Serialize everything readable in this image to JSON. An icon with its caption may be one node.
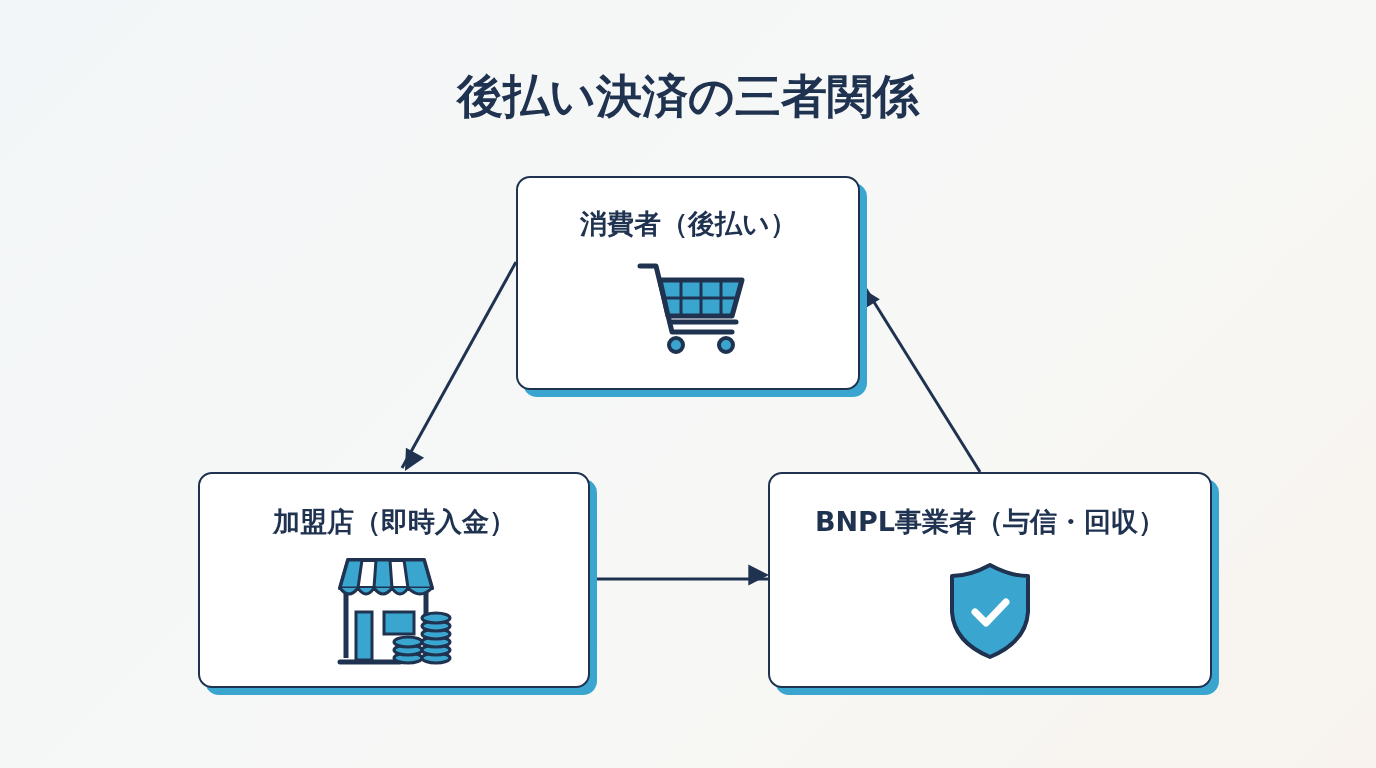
{
  "diagram": {
    "title": "後払い決済の三者関係",
    "nodes": [
      {
        "text": [
          "消費者（後払い）"
        ]
      },
      {
        "text": [
          "加盟店（即時入金）"
        ]
      },
      {
        "text": [
          "BNPL事業者（与信・回収）"
        ]
      }
    ],
    "edges": [
      {
        "from": 0,
        "to": 1,
        "arrow": "to"
      },
      {
        "from": 1,
        "to": 2,
        "arrow": "to"
      },
      {
        "from": 2,
        "to": 0,
        "arrow": "to"
      }
    ]
  }
}
